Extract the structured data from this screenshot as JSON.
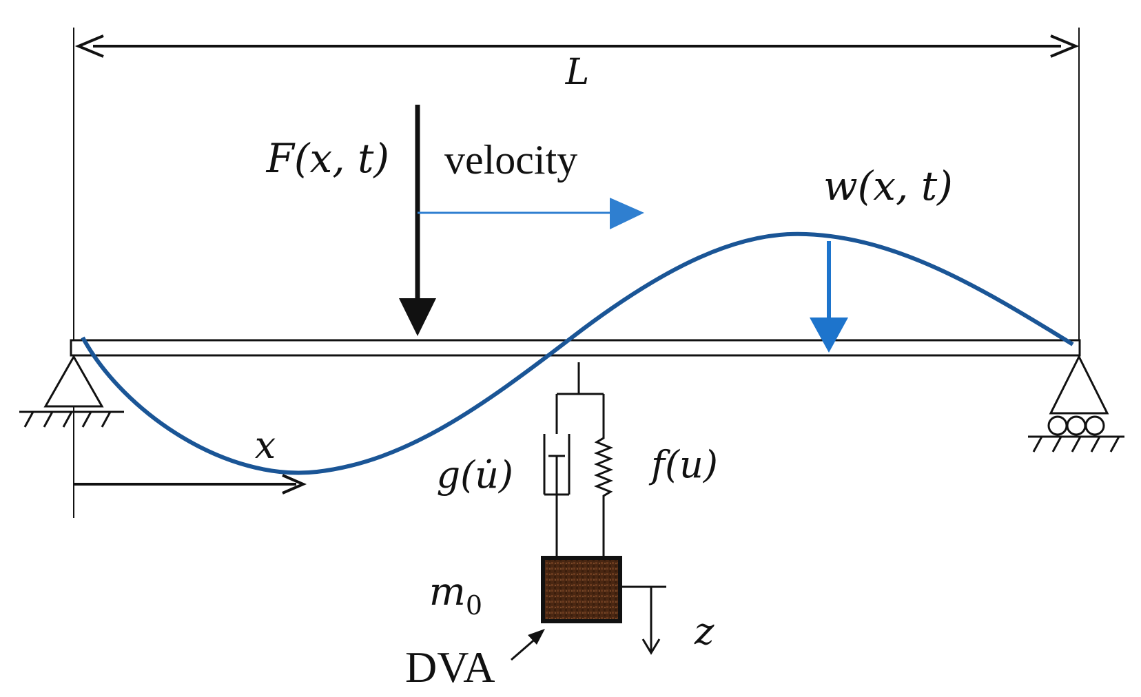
{
  "labels": {
    "length": "L",
    "force": "F(x, t)",
    "velocity": "velocity",
    "deflection": "w(x, t)",
    "position": "x",
    "damper": "g(u̇)",
    "spring": "f(u)",
    "mass": "m",
    "mass_subscript": "0",
    "dva": "DVA",
    "dva_displacement": "z"
  },
  "colors": {
    "ink": "#111111",
    "deflection_curve": "#1a5596",
    "velocity_arrow": "#2f7fd0",
    "deflection_arrow": "#1d74cc",
    "mass_fill": "#4a2712"
  }
}
